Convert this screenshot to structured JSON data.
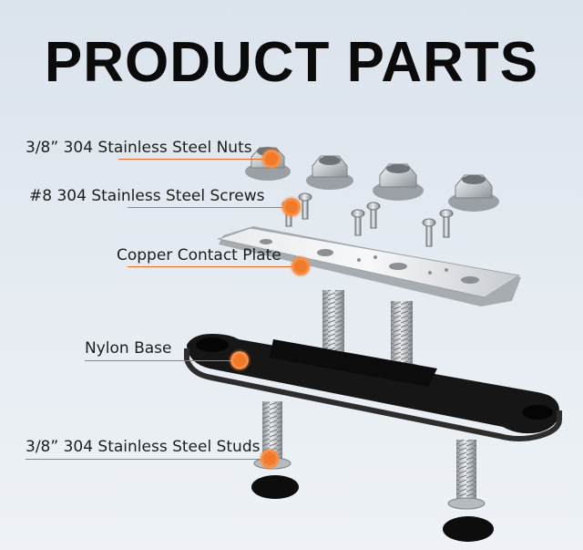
{
  "title": "PRODUCT PARTS",
  "parts": [
    {
      "label": "3/8” 304 Stainless Steel Nuts"
    },
    {
      "label": "#8 304 Stainless Steel Screws"
    },
    {
      "label": "Copper Contact Plate"
    },
    {
      "label": "Nylon Base"
    },
    {
      "label": "3/8” 304 Stainless Steel Studs"
    }
  ],
  "colors": {
    "accent": "#f07a2a",
    "base": "#121212",
    "metal": "#c9ccd0",
    "background": "#dfe6ee"
  }
}
